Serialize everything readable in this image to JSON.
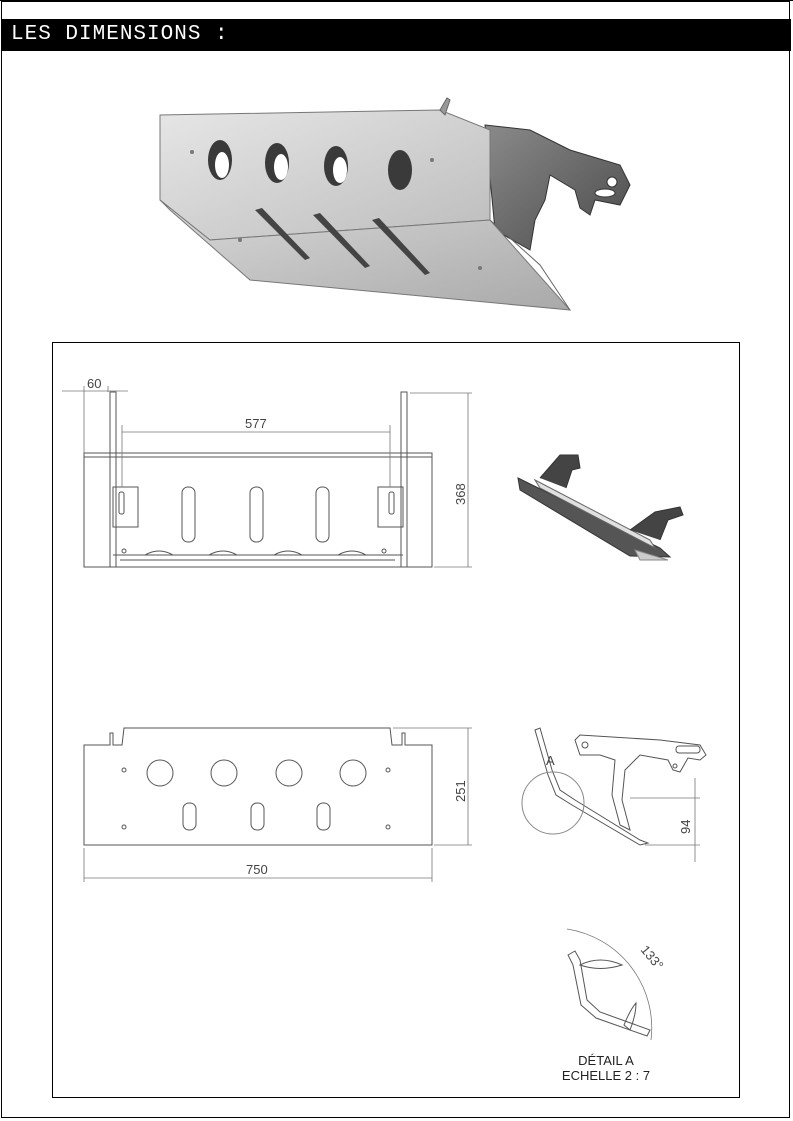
{
  "header": {
    "title": "LES DIMENSIONS :"
  },
  "drawing": {
    "dimensions": {
      "offset": "60",
      "inner_width": "577",
      "height_front": "368",
      "height_bottom": "251",
      "overall_width": "750",
      "side_height": "94",
      "bend_angle": "133°"
    },
    "detail_marker": "A",
    "detail_title": "DÉTAIL A",
    "detail_scale": "ECHELLE 2 : 7"
  },
  "colors": {
    "header_bg": "#000000",
    "header_text": "#ffffff",
    "line": "#555555",
    "metal": "#c9c9c9"
  }
}
